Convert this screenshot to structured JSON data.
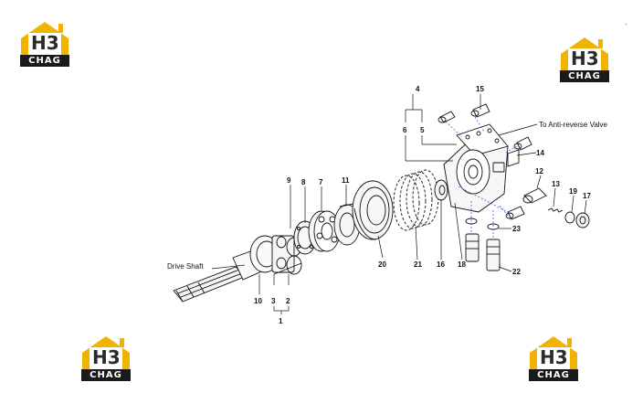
{
  "logos": [
    {
      "mark": "H3",
      "text": "CHAG"
    },
    {
      "mark": "H3",
      "text": "CHAG"
    },
    {
      "mark": "H3",
      "text": "CHAG"
    },
    {
      "mark": "H3",
      "text": "CHAG"
    }
  ],
  "diagram": {
    "callouts": {
      "c1": "1",
      "c2": "2",
      "c3": "3",
      "c4": "4",
      "c5": "5",
      "c6": "6",
      "c7": "7",
      "c8": "8",
      "c9": "9",
      "c10": "10",
      "c11": "11",
      "c12": "12",
      "c13": "13",
      "c14": "14",
      "c15": "15",
      "c16": "16",
      "c17": "17",
      "c18": "18",
      "c19": "19",
      "c20": "20",
      "c21": "21",
      "c22": "22",
      "c23": "23"
    },
    "annotations": {
      "drive_shaft": "Drive Shaft",
      "anti_reverse": "To Anti-reverse Valve"
    }
  },
  "colors": {
    "logo_gold": "#f0b400",
    "logo_dark": "#1a1a1a",
    "line": "#111111",
    "hidden_line": "#2b4bd8"
  }
}
